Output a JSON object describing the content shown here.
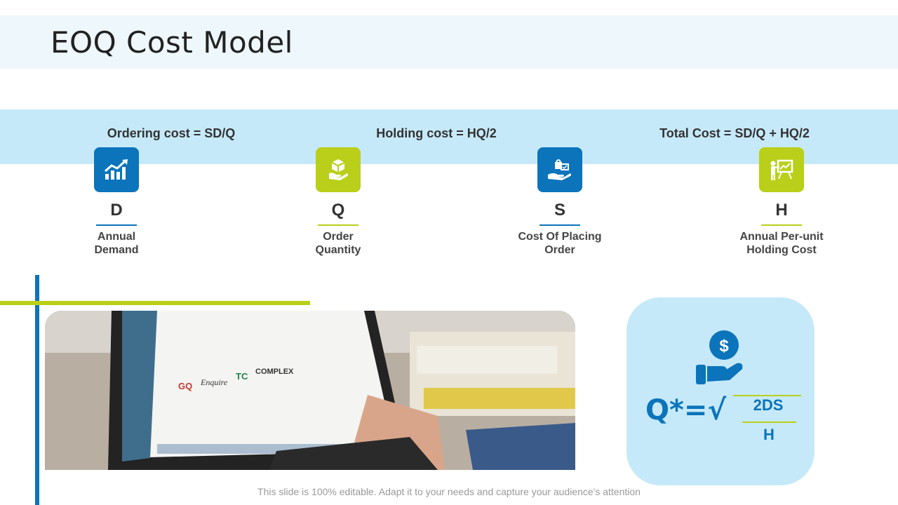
{
  "title": "EOQ Cost Model",
  "formulas": [
    "Ordering cost = SD/Q",
    "Holding cost = HQ/2",
    "Total Cost = SD/Q + HQ/2"
  ],
  "variables": [
    {
      "letter": "D",
      "description": "Annual\nDemand",
      "icon": "chart-growth-icon",
      "color": "#0b74bb"
    },
    {
      "letter": "Q",
      "description": "Order\nQuantity",
      "icon": "box-stack-icon",
      "color": "#b9cf1a"
    },
    {
      "letter": "S",
      "description": "Cost  Of Placing\nOrder",
      "icon": "hand-bag-icon",
      "color": "#0b74bb"
    },
    {
      "letter": "H",
      "description": "Annual Per-unit\nHolding Cost",
      "icon": "presentation-icon",
      "color": "#b9cf1a"
    }
  ],
  "eoq_formula": {
    "lhs": "Q*=√",
    "numerator": "2DS",
    "denominator": "H",
    "icon": "hand-coin-icon"
  },
  "photo": {
    "subject": "laptop-typing-photo",
    "screen_text": [
      "GQ",
      "Enquire",
      "TC",
      "COMPLEX"
    ]
  },
  "footer": "This slide is 100% editable. Adapt it to your needs and capture your audience's attention",
  "colors": {
    "blue": "#0b74bb",
    "green": "#b9cf1a",
    "light_blue": "#c6e9f9",
    "title_band": "#eef7fb"
  }
}
